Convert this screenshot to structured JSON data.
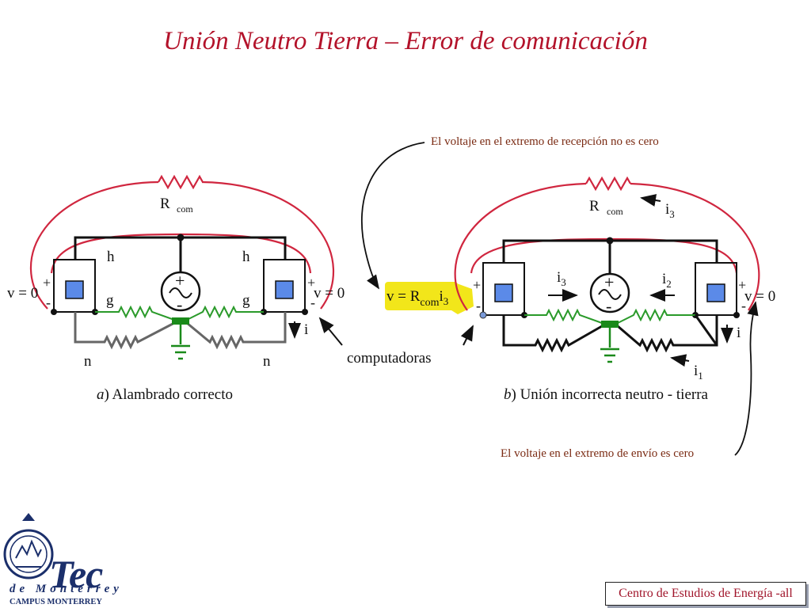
{
  "title": "Unión Neutro Tierra – Error de comunicación",
  "notes": {
    "receive": "El voltaje en el extremo de recepción no es cero",
    "send": "El voltaje en el extremo de envío es cero"
  },
  "left_circuit": {
    "caption_letter": "a",
    "caption_text": ") Alambrado correcto",
    "r_label": "R",
    "r_sub": "com",
    "h_left": "h",
    "h_right": "h",
    "g_left": "g",
    "g_right": "g",
    "n_left": "n",
    "n_right": "n",
    "v_left": "v = 0",
    "v_right": "v = 0",
    "plus": "+",
    "minus": "-",
    "current": "i",
    "computers_label": "computadoras"
  },
  "right_circuit": {
    "caption_letter": "b",
    "caption_text": ") Unión incorrecta neutro - tierra",
    "r_label": "R",
    "r_sub": "com",
    "v_left_main": "v = R",
    "v_left_sub": "com",
    "v_left_i": "i",
    "v_left_isub": "3",
    "v_right": "v = 0",
    "i3": "i",
    "i3_sub": "3",
    "i2": "i",
    "i2_sub": "2",
    "i1": "i",
    "i1_sub": "1",
    "current": "i",
    "plus": "+",
    "minus": "-"
  },
  "logo": {
    "name": "Tec",
    "line": "de Monterrey",
    "campus": "CAMPUS MONTERREY"
  },
  "footer": "Centro de Estudios de Energía -all",
  "colors": {
    "title": "#b3122a",
    "loop": "#d0263f",
    "resistor_green": "#2a9a2a",
    "ground": "#1a8a1a",
    "computer": "#5b8ae8",
    "highlight": "#f2e61a",
    "wire": "#111111",
    "neutral_wire": "#666666"
  }
}
